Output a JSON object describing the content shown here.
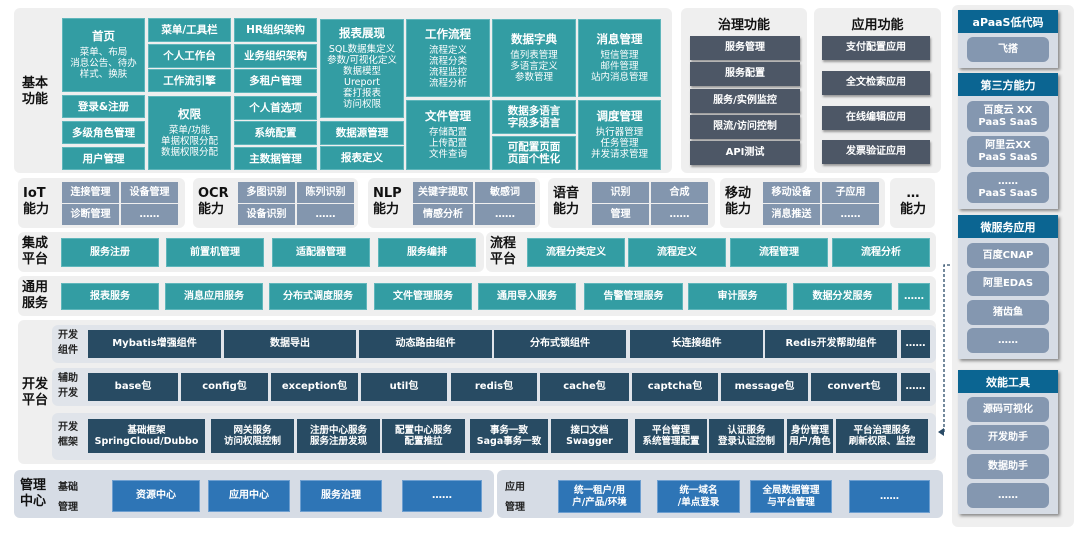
{
  "basic": {
    "label": "基本\n功能",
    "items": [
      {
        "title": "首页",
        "body": "菜单、布局\n消息公告、待办\n样式、换肤"
      },
      {
        "title": "登录&注册"
      },
      {
        "title": "多级角色管理"
      },
      {
        "title": "用户管理"
      },
      {
        "title": "菜单/工具栏"
      },
      {
        "title": "个人工作台"
      },
      {
        "title": "工作流引擎"
      },
      {
        "title": "权限",
        "body": "菜单/功能\n单据权限分配\n数据权限分配"
      },
      {
        "title": "HR组织架构"
      },
      {
        "title": "业务组织架构"
      },
      {
        "title": "多租户管理"
      },
      {
        "title": "个人首选项"
      },
      {
        "title": "系统配置"
      },
      {
        "title": "主数据管理"
      },
      {
        "title": "报表展现",
        "body": "SQL数据集定义\n参数/可视化定义\n数据模型\nUreport\n套打报表\n访问权限"
      },
      {
        "title": "数据源管理"
      },
      {
        "title": "报表定义"
      },
      {
        "title": "工作流程",
        "body": "流程定义\n流程分类\n流程监控\n流程分析"
      },
      {
        "title": "文件管理",
        "body": "存储配置\n上传配置\n文件查询"
      },
      {
        "title": "数据字典",
        "body": "值列表管理\n多语言定义\n参数管理"
      },
      {
        "title": "数据多语言\n字段多语言"
      },
      {
        "title": "可配置页面\n页面个性化"
      },
      {
        "title": "消息管理",
        "body": "短信管理\n邮件管理\n站内消息管理"
      },
      {
        "title": "调度管理",
        "body": "执行器管理\n任务管理\n并发请求管理"
      }
    ]
  },
  "governance": {
    "title": "治理功能",
    "items": [
      "服务管理",
      "服务配置",
      "服务/实例监控",
      "限流/访问控制",
      "API测试"
    ]
  },
  "application": {
    "title": "应用功能",
    "items": [
      "支付配置应用",
      "全文检索应用",
      "在线编辑应用",
      "发票验证应用"
    ]
  },
  "capabilities": [
    {
      "label": "IoT\n能力",
      "items": [
        "连接管理",
        "设备管理",
        "诊断管理",
        "……"
      ]
    },
    {
      "label": "OCR\n能力",
      "items": [
        "多图识别",
        "陈列识别",
        "设备识别",
        "……"
      ]
    },
    {
      "label": "NLP\n能力",
      "items": [
        "关键字提取",
        "敏感词",
        "情感分析",
        "……"
      ]
    },
    {
      "label": "语音\n能力",
      "items": [
        "识别",
        "合成",
        "管理",
        "……"
      ]
    },
    {
      "label": "移动\n能力",
      "items": [
        "移动设备",
        "子应用",
        "消息推送",
        "……"
      ]
    },
    {
      "label": "…\n能力",
      "items": []
    }
  ],
  "integration": {
    "label": "集成\n平台",
    "items": [
      "服务注册",
      "前置机管理",
      "适配器管理",
      "服务编排"
    ]
  },
  "process": {
    "label": "流程\n平台",
    "items": [
      "流程分类定义",
      "流程定义",
      "流程管理",
      "流程分析"
    ]
  },
  "common": {
    "label": "通用\n服务",
    "items": [
      "报表服务",
      "消息应用服务",
      "分布式调度服务",
      "文件管理服务",
      "通用导入服务",
      "告警管理服务",
      "审计服务",
      "数据分发服务",
      "……"
    ]
  },
  "dev": {
    "label": "开发\n平台",
    "components": {
      "label": "开发\n组件",
      "items": [
        "Mybatis增强组件",
        "数据导出",
        "动态路由组件",
        "分布式锁组件",
        "长连接组件",
        "Redis开发帮助组件",
        "……"
      ]
    },
    "aux": {
      "label": "辅助\n开发",
      "items": [
        "base包",
        "config包",
        "exception包",
        "util包",
        "redis包",
        "cache包",
        "captcha包",
        "message包",
        "convert包",
        "……"
      ]
    },
    "framework": {
      "label": "开发\n框架",
      "items": [
        "基础框架\nSpringCloud/Dubbo",
        "网关服务\n访问权限控制",
        "注册中心服务\n服务注册发现",
        "配置中心服务\n配置推拉",
        "事务一致\nSaga事务一致",
        "接口文档\nSwagger",
        "平台管理\n系统管理配置",
        "认证服务\n登录认证控制",
        "身份管理\n用户/角色",
        "平台治理服务\n刷新权限、监控"
      ]
    }
  },
  "mgmt": {
    "label": "管理\n中心",
    "base": {
      "label": "基础\n管理",
      "items": [
        "资源中心",
        "应用中心",
        "服务治理",
        "……"
      ]
    },
    "app": {
      "label": "应用\n管理",
      "items": [
        "统一租户/用\n户/产品/环境",
        "统一域名\n/单点登录",
        "全局数据管理\n与平台管理",
        "……"
      ]
    }
  },
  "right": [
    {
      "title": "aPaaS低代码",
      "items": [
        "飞搭"
      ]
    },
    {
      "title": "第三方能力",
      "items": [
        "百度云 XX\nPaaS SaaS",
        "阿里云XX\nPaaS SaaS",
        "……\nPaaS SaaS"
      ]
    },
    {
      "title": "微服务应用",
      "items": [
        "百度CNAP",
        "阿里EDAS",
        "猪齿鱼",
        "……"
      ]
    },
    {
      "title": "效能工具",
      "items": [
        "源码可视化",
        "开发助手",
        "数据助手",
        "……"
      ]
    }
  ]
}
